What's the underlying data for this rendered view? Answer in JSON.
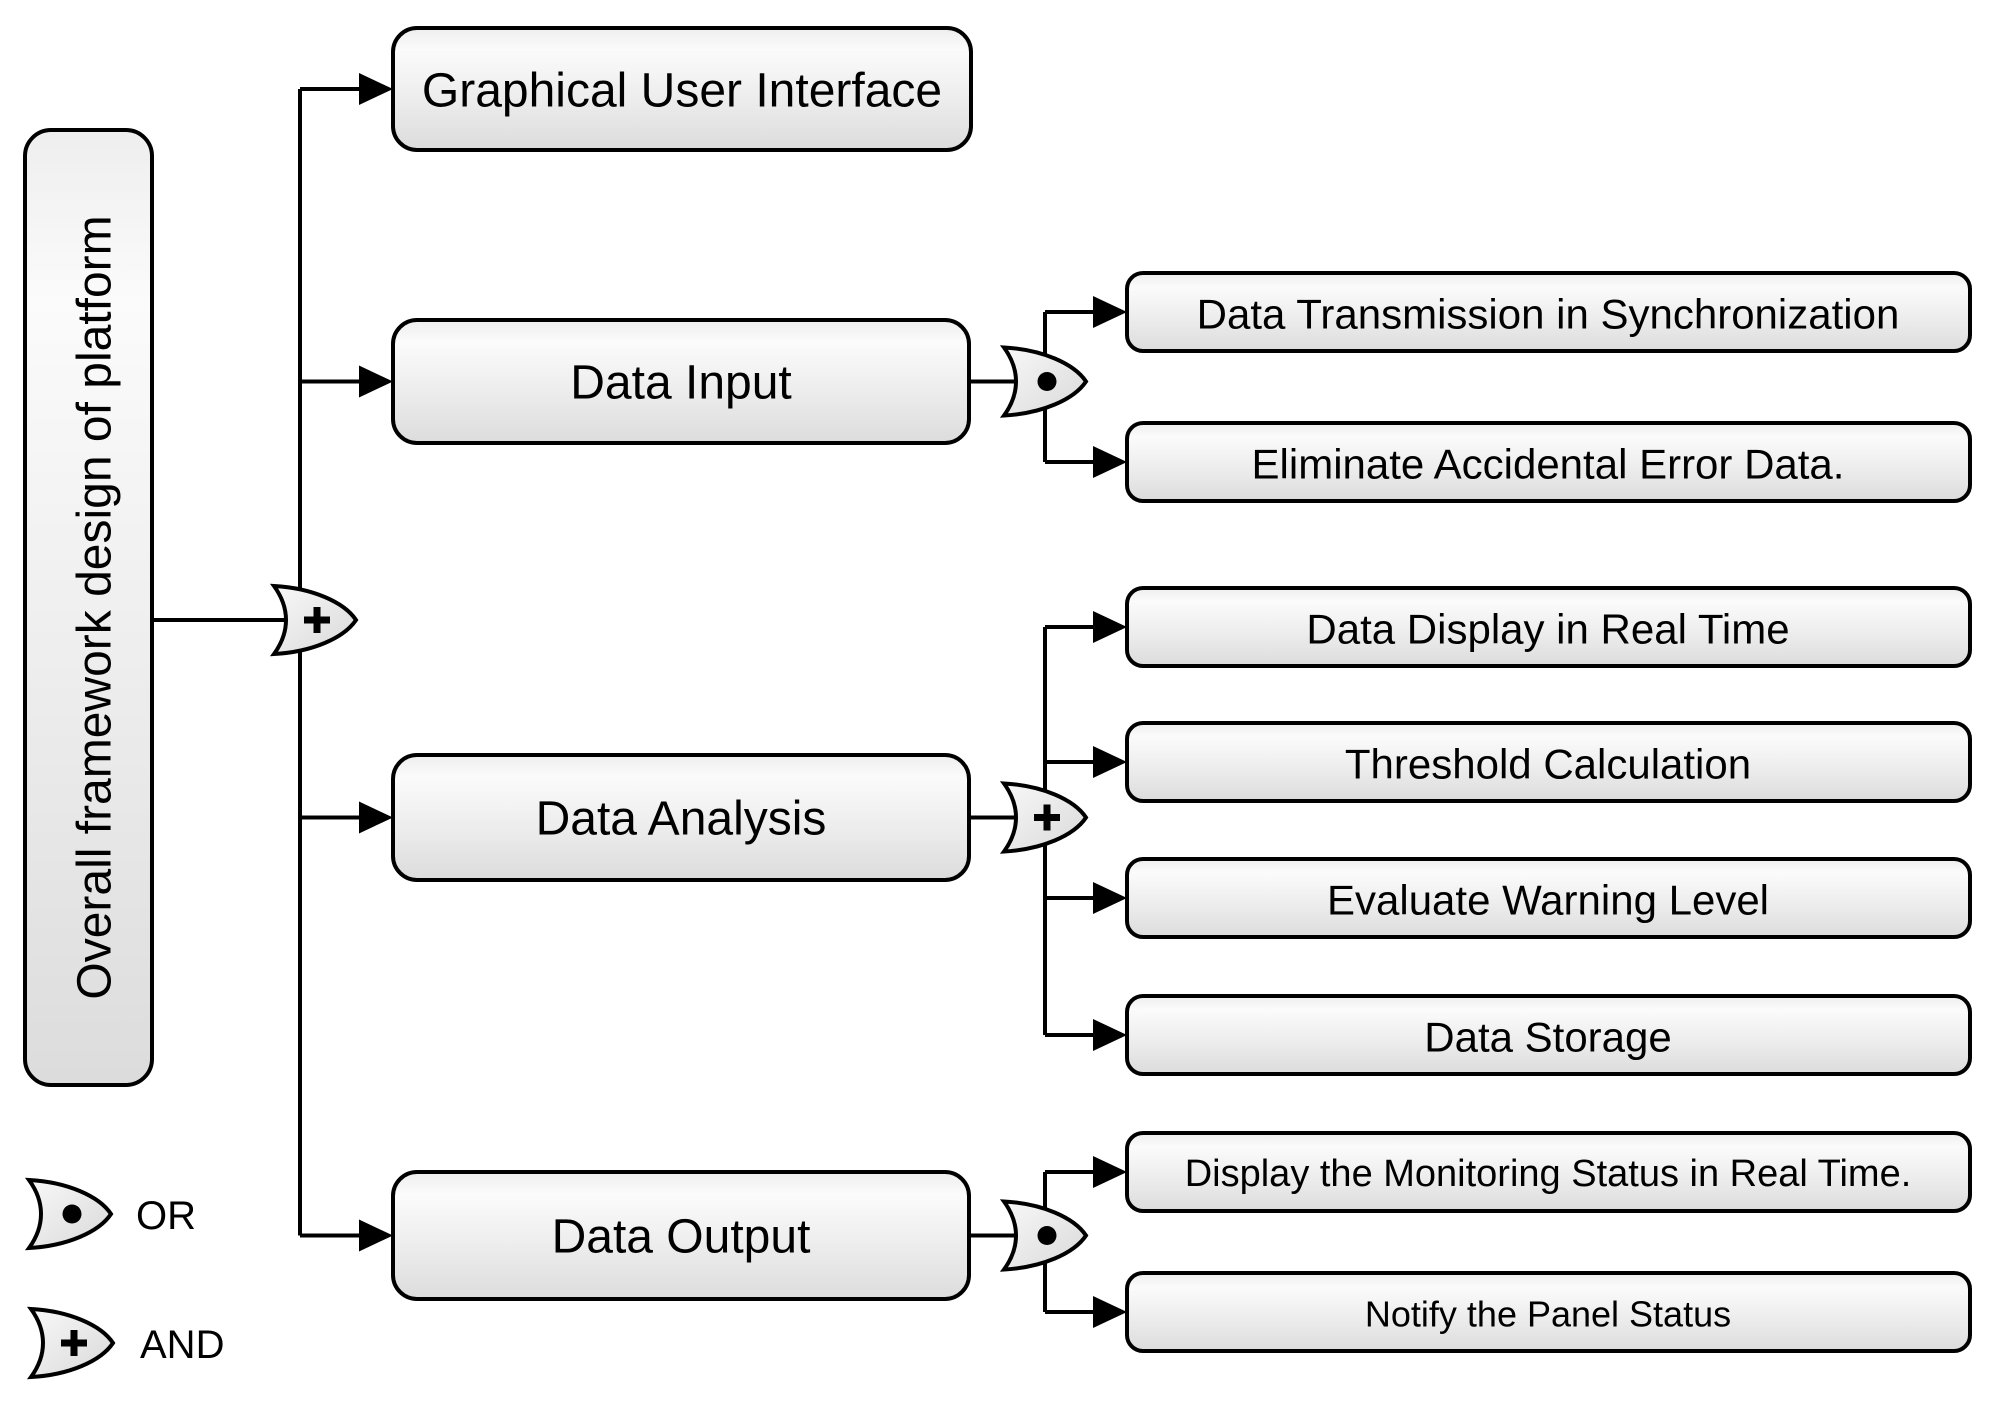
{
  "tree": {
    "root": {
      "label": "Overall framework design of platform",
      "gate": "AND"
    },
    "branches": [
      {
        "label": "Graphical User Interface",
        "gate": null,
        "children": []
      },
      {
        "label": "Data Input",
        "gate": "OR",
        "children": [
          {
            "label": "Data Transmission in Synchronization"
          },
          {
            "label": "Eliminate Accidental Error Data."
          }
        ]
      },
      {
        "label": "Data Analysis",
        "gate": "AND",
        "children": [
          {
            "label": "Data Display in Real Time"
          },
          {
            "label": "Threshold Calculation"
          },
          {
            "label": "Evaluate Warning Level"
          },
          {
            "label": "Data Storage"
          }
        ]
      },
      {
        "label": "Data Output",
        "gate": "OR",
        "children": [
          {
            "label": "Display the Monitoring Status in Real Time."
          },
          {
            "label": "Notify the Panel Status"
          }
        ]
      }
    ]
  },
  "legend": {
    "or": {
      "symbol": "or-gate",
      "label": "OR"
    },
    "and": {
      "symbol": "and-gate",
      "label": "AND"
    }
  },
  "colors": {
    "stroke": "#000000",
    "text": "#000000",
    "box_fill_top": "#fafafa",
    "box_fill_bottom": "#dedede",
    "background": "#ffffff"
  }
}
